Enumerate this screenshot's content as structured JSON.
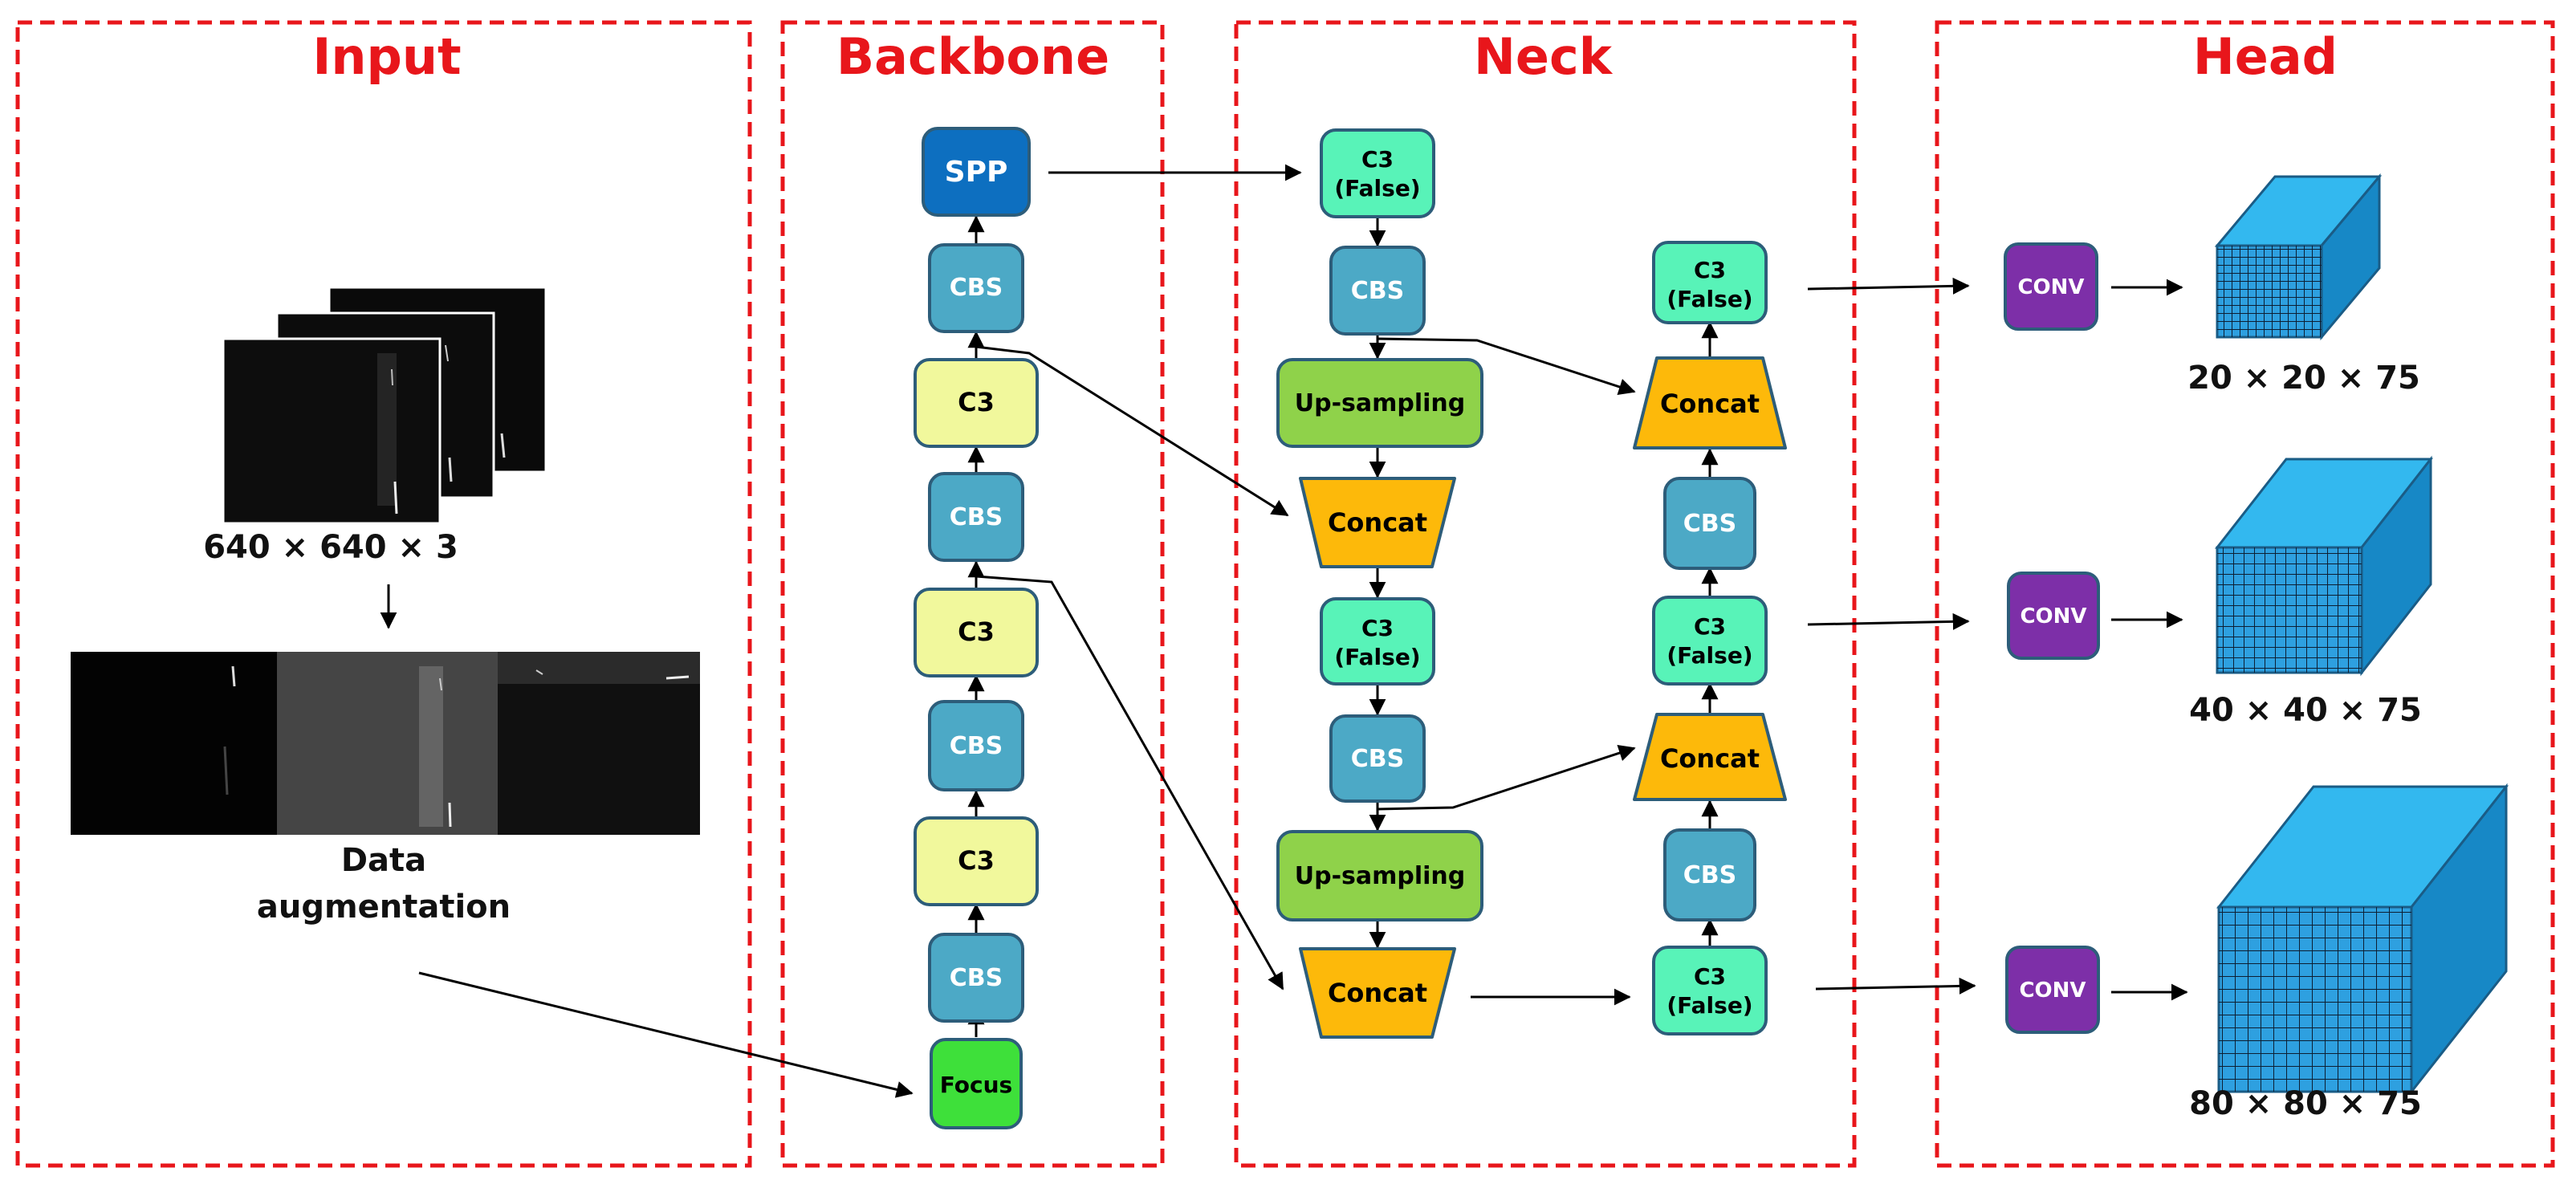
{
  "panels": {
    "input": "Input",
    "backbone": "Backbone",
    "neck": "Neck",
    "head": "Head"
  },
  "input": {
    "frames_caption": "640 × 640 × 3",
    "augmentation_caption_line1": "Data",
    "augmentation_caption_line2": "augmentation"
  },
  "backbone": {
    "spp": "SPP",
    "cbs_4": "CBS",
    "c3_3": "C3",
    "cbs_3": "CBS",
    "c3_2": "C3",
    "cbs_2": "CBS",
    "c3_1": "C3",
    "cbs_1": "CBS",
    "focus": "Focus"
  },
  "neck": {
    "left_c3_top": [
      "C3",
      "(False)"
    ],
    "left_cbs_top": "CBS",
    "left_upsampling_top": "Up-sampling",
    "left_concat_top": "Concat",
    "left_c3_mid": [
      "C3",
      "(False)"
    ],
    "left_cbs_mid": "CBS",
    "left_upsampling_bottom": "Up-sampling",
    "left_concat_bottom": "Concat",
    "right_c3_top": [
      "C3",
      "(False)"
    ],
    "right_concat_top": "Concat",
    "right_cbs_top": "CBS",
    "right_c3_mid": [
      "C3",
      "(False)"
    ],
    "right_concat_bottom": "Concat",
    "right_cbs_bottom": "CBS",
    "right_c3_bottom": [
      "C3",
      "(False)"
    ]
  },
  "head": {
    "conv_top": "CONV",
    "conv_mid": "CONV",
    "conv_bottom": "CONV",
    "out_top": "20 × 20 × 75",
    "out_mid": "40 × 40 × 75",
    "out_bottom": "80 × 80 × 75"
  },
  "colors": {
    "panel_border": "#e8161b",
    "spp": "#0d6fc0",
    "cbs": "#4ca9c6",
    "c3_backbone": "#f1f89c",
    "focus": "#3ee03a",
    "c3_neck": "#58f3b8",
    "upsampling": "#8fd24a",
    "concat": "#fdb90a",
    "conv": "#7d2fa8",
    "node_border": "#2d5d7a",
    "cube_front": "#2ea0e0",
    "cube_top": "#33b8ef",
    "cube_side": "#1788c6"
  }
}
